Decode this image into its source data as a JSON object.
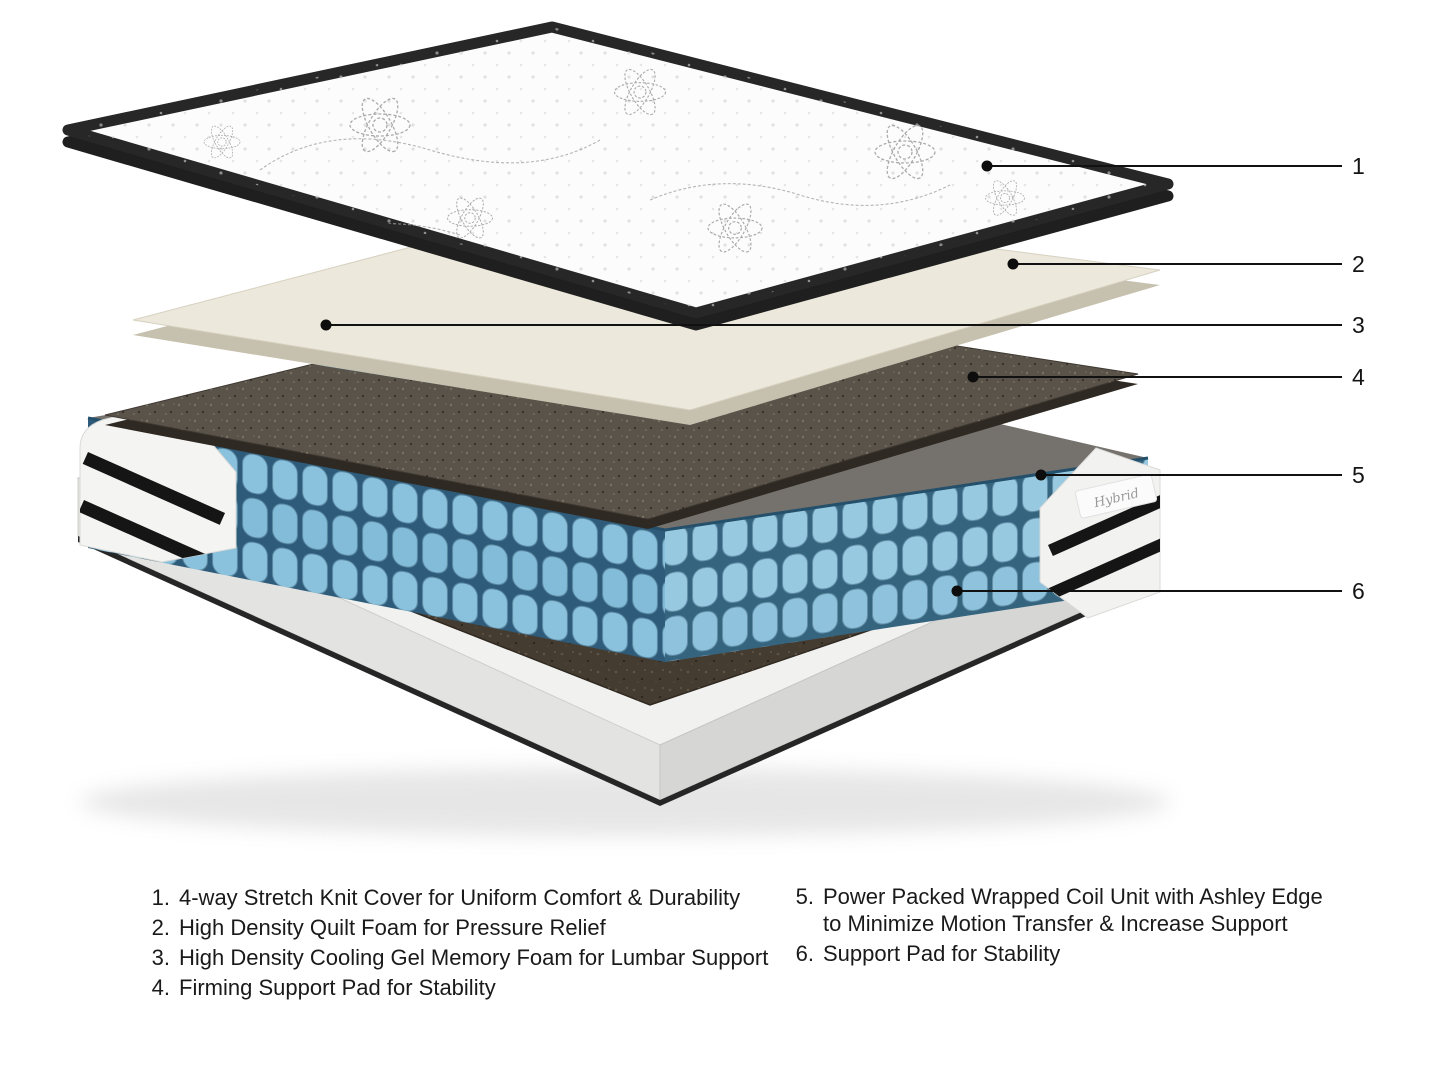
{
  "diagram": {
    "brand_tag": "Hybrid",
    "callouts": [
      {
        "num": "1"
      },
      {
        "num": "2"
      },
      {
        "num": "3"
      },
      {
        "num": "4"
      },
      {
        "num": "5"
      },
      {
        "num": "6"
      }
    ],
    "colors": {
      "edge_binding": "#262626",
      "quilt_foam": "#ece8db",
      "gel_blue": "#4f9fbe",
      "firming_pad": "#59534a",
      "coil_blue": "#8ac1dc",
      "support_pad": "#453c31"
    }
  },
  "legend": {
    "left": [
      {
        "num": "1.",
        "text": "4-way Stretch Knit Cover for Uniform Comfort & Durability"
      },
      {
        "num": "2.",
        "text": "High Density Quilt Foam for Pressure Relief"
      },
      {
        "num": "3.",
        "text": "High Density Cooling Gel Memory Foam for Lumbar Support"
      },
      {
        "num": "4.",
        "text": "Firming Support Pad for Stability"
      }
    ],
    "right": [
      {
        "num": "5.",
        "line1": "Power Packed Wrapped Coil Unit with Ashley Edge",
        "line2": "to Minimize Motion Transfer & Increase Support"
      },
      {
        "num": "6.",
        "text": "Support Pad for Stability"
      }
    ]
  }
}
